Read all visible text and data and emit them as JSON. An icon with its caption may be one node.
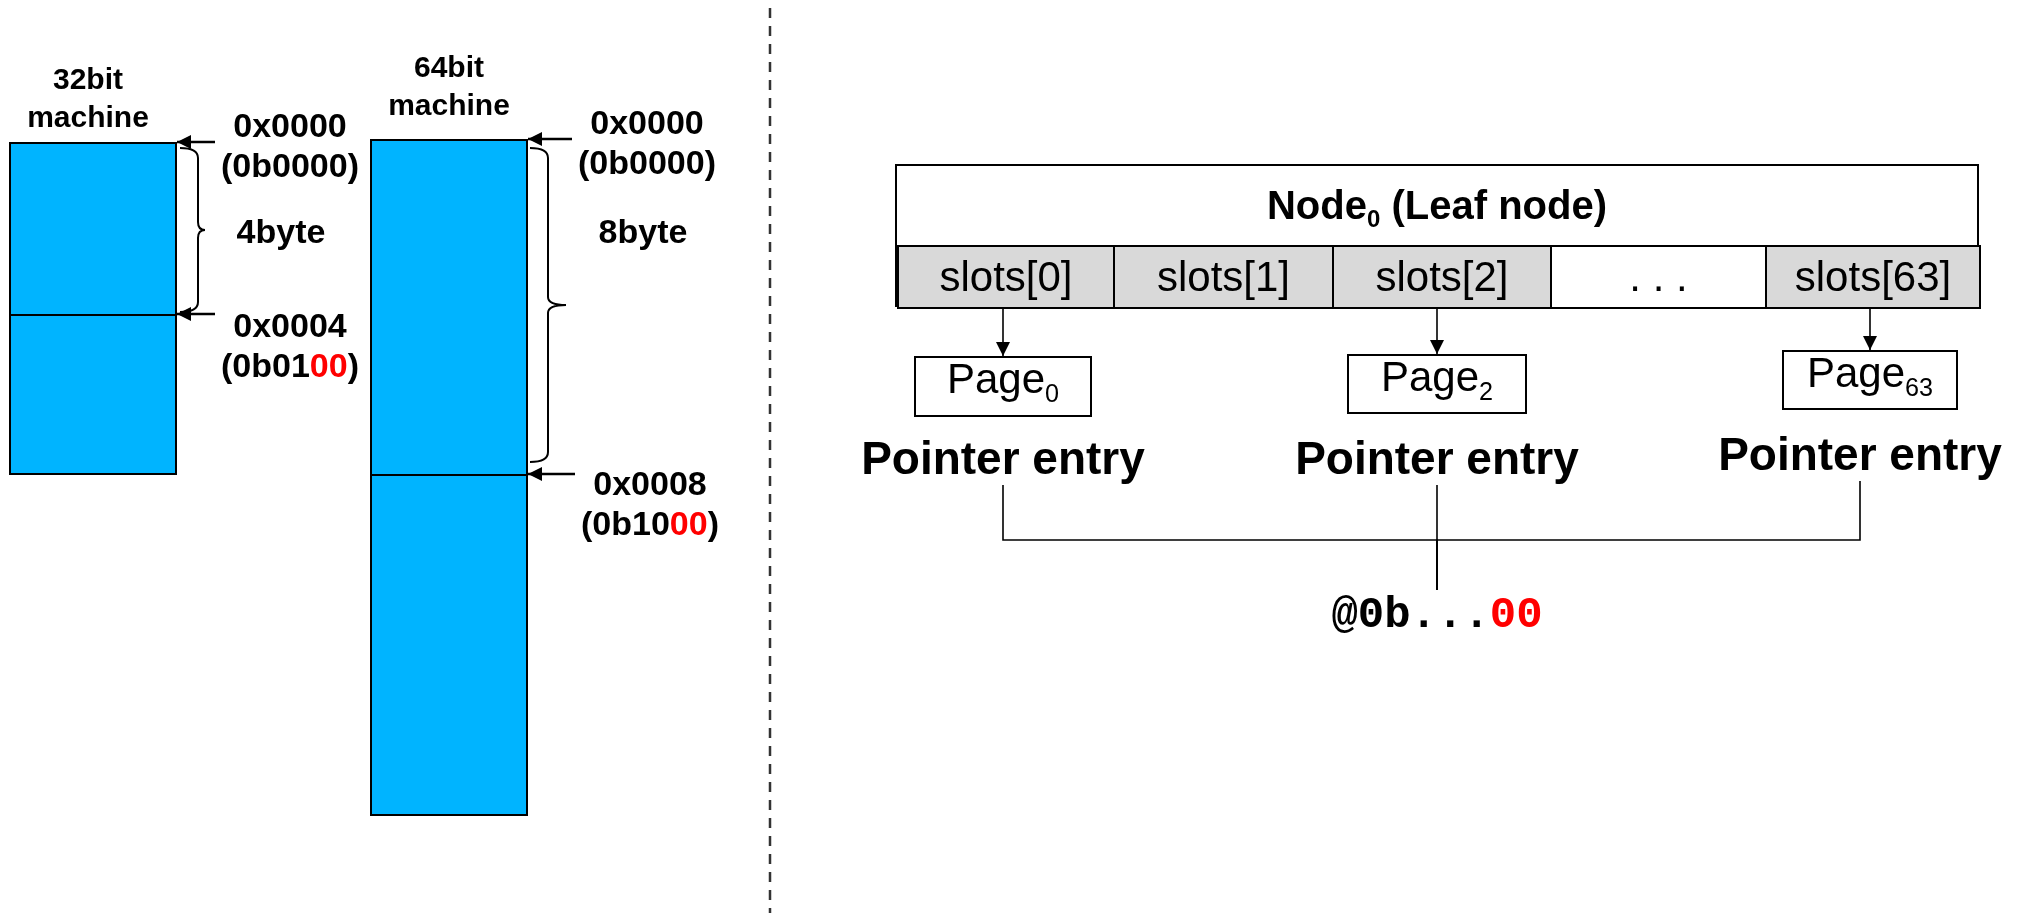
{
  "diagram": {
    "nodes": [
      {
        "text": [],
        "shape": "box",
        "beside": [
          "32bit machine"
        ]
      },
      {
        "text": [],
        "shape": "box"
      },
      {
        "text": [
          "0x0000 (0b0000)"
        ]
      },
      {
        "text": [
          "0x0004 (0b0100)"
        ]
      },
      {
        "text": [],
        "shape": "box",
        "beside": [
          "64bit machine"
        ]
      },
      {
        "text": [],
        "shape": "box"
      },
      {
        "text": [
          "0x0000 (0b0000)"
        ]
      },
      {
        "text": [
          "0x0008 (0b1000)"
        ]
      },
      {
        "text": [
          "Node$_{0}$ (Leaf node)"
        ]
      },
      {
        "text": [
          "slots[0]"
        ],
        "in": 8
      },
      {
        "text": [
          "slots[1]"
        ],
        "in": 8
      },
      {
        "text": [
          "slots[2]"
        ],
        "in": 8
      },
      {
        "text": [
          ". . ."
        ],
        "in": 8
      },
      {
        "text": [
          "slots[63]"
        ],
        "in": 8
      },
      {
        "text": [
          "Page$_{0}$"
        ]
      },
      {
        "text": [
          "Page$_{2}$"
        ]
      },
      {
        "text": [
          "Page$_{63}$"
        ]
      },
      {
        "text": [
          "Pointer entry"
        ]
      },
      {
        "text": [
          "Pointer entry"
        ]
      },
      {
        "text": [
          "Pointer entry"
        ]
      },
      {
        "text": [
          "@0b...00"
        ]
      }
    ],
    "edges": [
      {
        "from": 2,
        "to": 0,
        "arrow": "to"
      },
      {
        "from": 3,
        "to": 1,
        "arrow": "to"
      },
      {
        "from": 6,
        "to": 4,
        "arrow": "to"
      },
      {
        "from": 7,
        "to": 5,
        "arrow": "to"
      },
      {
        "from": 9,
        "to": 14,
        "arrow": "to"
      },
      {
        "from": 11,
        "to": 15,
        "arrow": "to"
      },
      {
        "from": 13,
        "to": 16,
        "arrow": "to"
      },
      {
        "from": 17,
        "to": 20,
        "arrow": "none"
      },
      {
        "from": 18,
        "to": 20,
        "arrow": "none"
      },
      {
        "from": 19,
        "to": 20,
        "arrow": "none"
      }
    ],
    "labels": [
      "4byte",
      "8byte"
    ]
  }
}
